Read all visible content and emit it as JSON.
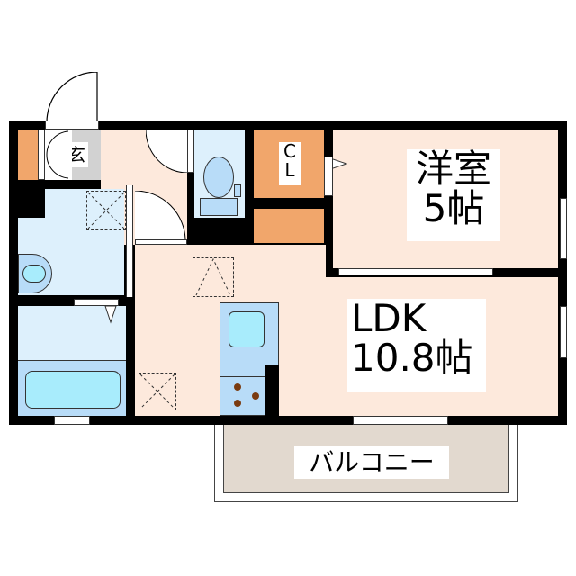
{
  "floor_plan": {
    "rooms": {
      "western_room": {
        "name": "洋室",
        "size": "5帖"
      },
      "ldk": {
        "name": "LDK",
        "size": "10.8帖"
      },
      "entrance": {
        "name": "玄"
      },
      "closet": {
        "line1": "C",
        "line2": "L"
      },
      "balcony": {
        "name": "バルコニー"
      }
    },
    "colors": {
      "wall": "#000000",
      "floor": "#fde9dc",
      "wet_area": "#ddf0fc",
      "closet": "#f1a66b",
      "entrance": "#d2d2d2",
      "balcony": "#e2d9cf",
      "fixture": "#b8dcf8",
      "basin": "#a8ecfc"
    }
  }
}
